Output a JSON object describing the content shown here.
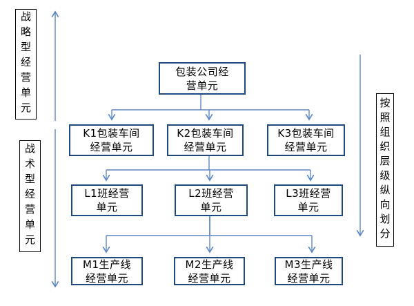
{
  "colors": {
    "node_border": "#1F497D",
    "connector_line": "#5B87C5",
    "label_border": "#000000",
    "text": "#000000"
  },
  "side_labels": {
    "strategic": "战略型经营单元",
    "tactical": "战术型经营单元",
    "hierarchy_note": "按照组织层级纵向划分"
  },
  "icons": {
    "strategic_up_arrow": "up-arrow",
    "tactical_down_arrow": "down-arrow",
    "hierarchy_down_arrow": "down-arrow"
  },
  "org_chart": {
    "root": {
      "label": "包装公司经\n营单元"
    },
    "level_workshop": [
      {
        "label": "K1包装车间\n经营单元"
      },
      {
        "label": "K2包装车间\n经营单元"
      },
      {
        "label": "K3包装车间\n经营单元"
      }
    ],
    "level_team": [
      {
        "label": "L1班经营\n单元"
      },
      {
        "label": "L2班经营\n单元"
      },
      {
        "label": "L3班经营\n单元"
      }
    ],
    "level_line": [
      {
        "label": "M1生产线\n经营单元"
      },
      {
        "label": "M2生产线\n经营单元"
      },
      {
        "label": "M3生产线\n经营单元"
      }
    ]
  }
}
